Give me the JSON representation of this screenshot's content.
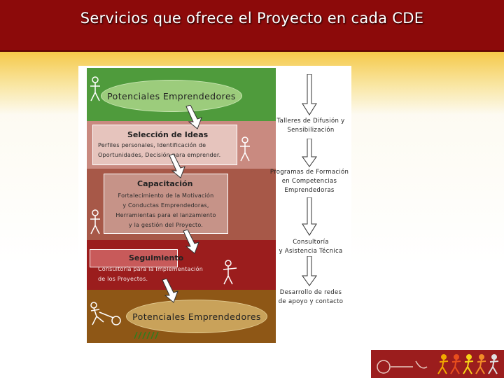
{
  "header": {
    "title": "Servicios que ofrece el Proyecto en cada CDE"
  },
  "diagram": {
    "stage1_oval": "Potenciales Emprendedores",
    "stage2_title": "Selección de Ideas",
    "stage2_text": [
      "Perfiles personales, Identificación de",
      "Oportunidades, Decisión para emprender."
    ],
    "stage3_title": "Capacitación",
    "stage3_text": [
      "Fortalecimiento de la Motivación",
      "y Conductas Emprendedoras,",
      "Herramientas para el lanzamiento",
      "y la gestión del Proyecto."
    ],
    "stage4_title": "Seguimiento",
    "stage4_text": [
      "Consultoría para la Implementación",
      "de los Proyectos."
    ],
    "stage5_oval": "Potenciales Emprendedores",
    "right_services": [
      [
        "Talleres de Difusión y",
        "Sensibilización"
      ],
      [
        "Programas de Formación",
        "en Competencias",
        "Emprendedoras"
      ],
      [
        "Consultoría",
        "y Asistencia Técnica"
      ],
      [
        "Desarrollo de redes",
        "de apoyo y contacto"
      ]
    ]
  },
  "colors": {
    "header": "#8c0a0a",
    "green_band": "#4f9b3c",
    "pink_band": "#c98a80",
    "rose_band": "#a75848",
    "red_band": "#9b1d1d",
    "brown_band": "#8e5716"
  }
}
